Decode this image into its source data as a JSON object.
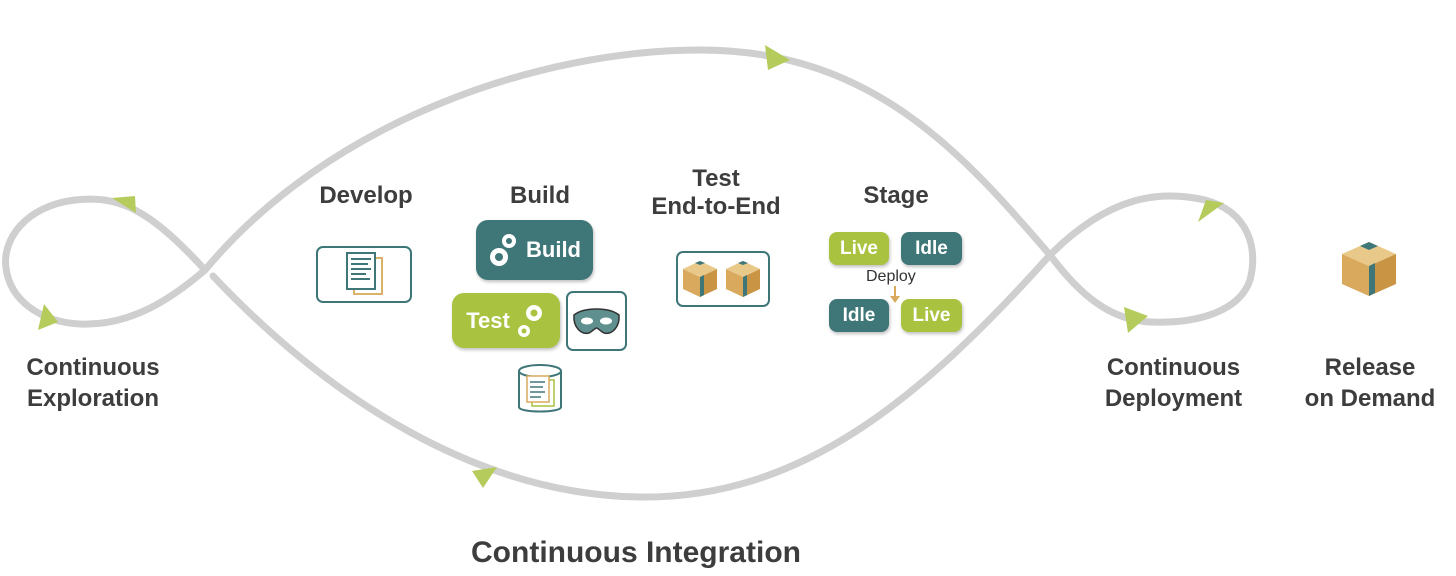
{
  "labels": {
    "continuous_exploration": "Continuous\nExploration",
    "continuous_deployment": "Continuous\nDeployment",
    "release_on_demand": "Release\non Demand",
    "continuous_integration": "Continuous Integration"
  },
  "stages": {
    "develop": "Develop",
    "build": "Build",
    "test_e2e": "Test\nEnd-to-End",
    "stage": "Stage"
  },
  "build_panel": {
    "build_button": "Build",
    "test_button": "Test"
  },
  "stage_panel": {
    "top_left": "Live",
    "top_right": "Idle",
    "deploy": "Deploy",
    "bottom_left": "Idle",
    "bottom_right": "Live"
  },
  "colors": {
    "loop": "#cfcfcf",
    "arrow": "#b5cc5c",
    "teal": "#3f7678",
    "green": "#a9c23f",
    "box": "#d9aa5e"
  },
  "icons": [
    "document-icon",
    "gear-icon",
    "mask-icon",
    "database-icon",
    "package-icon",
    "arrow-down-icon"
  ]
}
